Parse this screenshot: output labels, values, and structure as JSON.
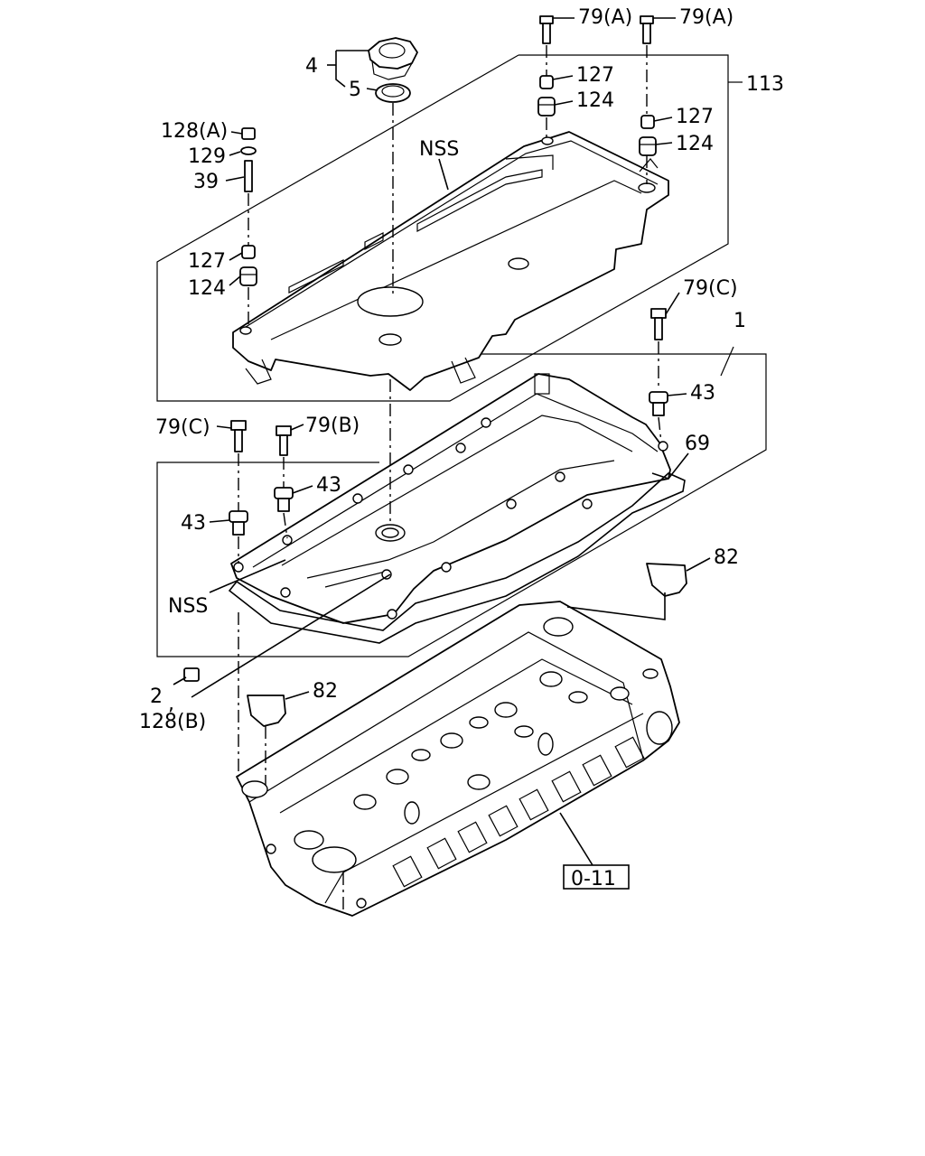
{
  "labels": {
    "p79a_1": "79(A)",
    "p79a_2": "79(A)",
    "p4": "4",
    "p5": "5",
    "p127_top": "127",
    "p124_top": "124",
    "p113": "113",
    "p128a": "128(A)",
    "p129": "129",
    "p39": "39",
    "pNSS_top": "NSS",
    "p127_right": "127",
    "p124_right": "124",
    "p127_left": "127",
    "p124_left": "124",
    "p79c_right": "79(C)",
    "p1": "1",
    "p43_right": "43",
    "p69": "69",
    "p79c_left": "79(C)",
    "p79b": "79(B)",
    "p43_mid": "43",
    "p43_left": "43",
    "pNSS_bottom": "NSS",
    "p82_right": "82",
    "p82_left": "82",
    "p2": "2",
    "p2_sep": ",",
    "p128b": "128(B)",
    "ref": "0-11"
  }
}
